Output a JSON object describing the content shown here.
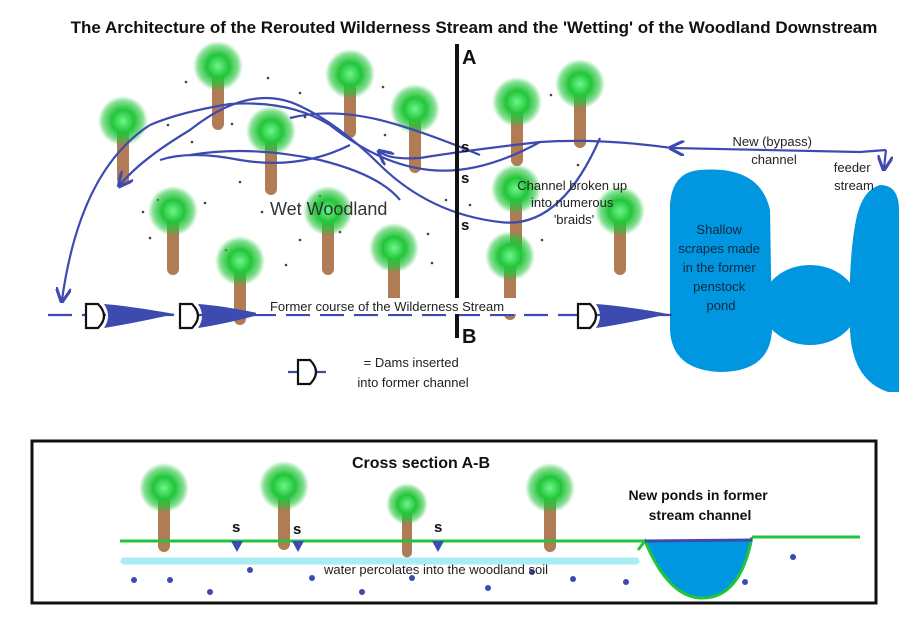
{
  "title": "The Architecture of the Rerouted Wilderness Stream and the 'Wetting' of the Woodland Downstream",
  "section_marker_top": "A",
  "section_marker_bottom": "B",
  "labels": {
    "wet_woodland": "Wet Woodland",
    "channel_braids": [
      "Channel broken up",
      "into numerous",
      "'braids'"
    ],
    "new_channel": [
      "New (bypass)",
      "channel"
    ],
    "feeder_stream": [
      "feeder",
      "stream"
    ],
    "scrapes": [
      "Shallow",
      "scrapes made",
      "in the former",
      "penstock",
      "pond"
    ],
    "former_course": "Former course of the Wilderness Stream",
    "dam_legend": [
      "= Dams inserted",
      "into former channel"
    ],
    "s_marker": "s"
  },
  "cross_section": {
    "title": "Cross section A-B",
    "ponds_label": [
      "New ponds in former",
      "stream channel"
    ],
    "percolate_label": "water percolates into the woodland soil",
    "s_marker": "s"
  },
  "colors": {
    "stream": "#3d4ab0",
    "pond": "#0096e0",
    "tree_crown": "#22c53a",
    "tree_trunk": "#b07b55",
    "ground": "#22c53a",
    "percolation": "#a8ecf5"
  }
}
